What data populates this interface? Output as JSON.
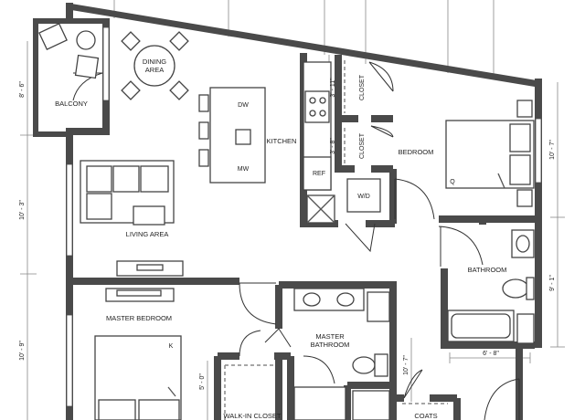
{
  "rooms": {
    "dining_area": [
      "DINING",
      "AREA"
    ],
    "balcony": "BALCONY",
    "kitchen": "KITCHEN",
    "living_area": "LIVING AREA",
    "bedroom": "BEDROOM",
    "bathroom": "BATHROOM",
    "master_bedroom": "MASTER BEDROOM",
    "master_bathroom": [
      "MASTER",
      "BATHROOM"
    ],
    "walk_in_closet": "WALK-IN CLOSET",
    "coats": "COATS"
  },
  "closets": {
    "upper": "CLOSET",
    "lower": "CLOSET"
  },
  "appliances": {
    "dw": "DW",
    "mw": "MW",
    "ref": "REF",
    "wd": "W/D"
  },
  "beds": {
    "bedroom": "Q",
    "master": "K"
  },
  "dimensions": {
    "balcony_depth": "8' - 6\"",
    "living_depth": "10' - 3\"",
    "master_depth": "10' - 9\"",
    "bedroom_depth": "10' - 7\"",
    "bathroom_depth": "9' - 1\"",
    "bathroom_width": "6' - 8\"",
    "closet_upper": "3' - 11\"",
    "closet_lower": "3' - 8\"",
    "hall_depth": "10' - 7\"",
    "walkin_depth": "5' - 0\""
  }
}
